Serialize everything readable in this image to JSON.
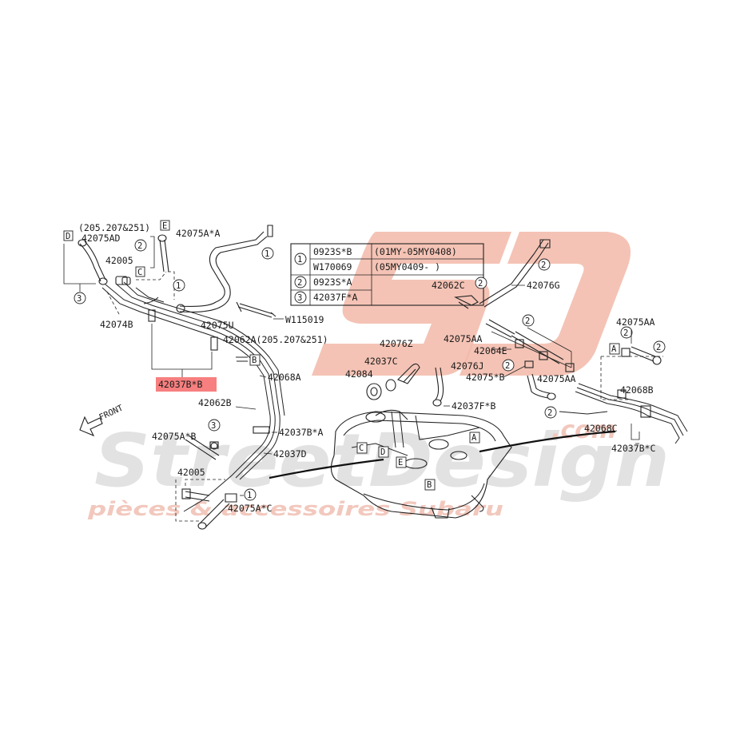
{
  "watermark": {
    "logo_letters": "SD",
    "brand": "StreetDesign",
    "suffix": ".com",
    "tagline": "pièces & accessoires Subaru",
    "color_red": "#f2b8a8",
    "color_grey": "#e2e2e2"
  },
  "front_label": "FRONT",
  "highlight": {
    "part": "42037B*B",
    "color": "#f77f7f"
  },
  "legend": {
    "rows": [
      {
        "ref": "1",
        "part": "0923S*B",
        "note": "(01MY-05MY0408)"
      },
      {
        "ref": "",
        "part": "W170069",
        "note": "(05MY0409-      )"
      },
      {
        "ref": "2",
        "part": "0923S*A",
        "note": ""
      },
      {
        "ref": "3",
        "part": "42037F*A",
        "note": ""
      }
    ]
  },
  "labels": {
    "p_205_251_a": "(205.207&251)",
    "p_42075AD": "42075AD",
    "p_42075AxA": "42075A*A",
    "p_42005_top": "42005",
    "p_42074B": "42074B",
    "p_42075U": "42075U",
    "p_W115019": "W115019",
    "p_42062A": "42062A(205.207&251)",
    "p_42068A": "42068A",
    "p_42062B": "42062B",
    "p_42037BxA": "42037B*A",
    "p_42037D": "42037D",
    "p_42075AxB": "42075A*B",
    "p_42005_bot": "42005",
    "p_42075AxC": "42075A*C",
    "p_42062C": "42062C",
    "p_42076G": "42076G",
    "p_42076Z": "42076Z",
    "p_42037C": "42037C",
    "p_42084": "42084",
    "p_42076J": "42076J",
    "p_42037FxB": "42037F*B",
    "p_42075AA_l": "42075AA",
    "p_42064E": "42064E",
    "p_42075xB": "42075*B",
    "p_42075AA_m": "42075AA",
    "p_42075AA_r": "42075AA",
    "p_42068B": "42068B",
    "p_42068C": "42068C",
    "p_42037BxC": "42037B*C"
  },
  "callouts": {
    "one": "1",
    "two": "2",
    "three": "3"
  },
  "box_refs": {
    "A": "A",
    "B": "B",
    "C": "C",
    "D": "D",
    "E": "E"
  }
}
